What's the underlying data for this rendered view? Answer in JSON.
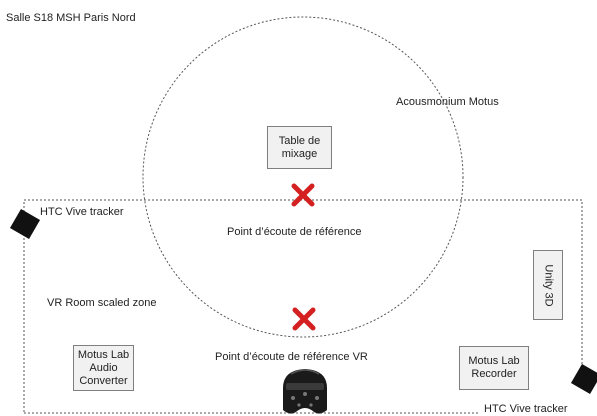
{
  "room": {
    "title": "Salle S18 MSH Paris Nord"
  },
  "acousmonium": {
    "label": "Acousmonium Motus"
  },
  "mixing_table": {
    "label": "Table de\nmixage"
  },
  "reference_point": {
    "label": "Point d’écoute de référence"
  },
  "reference_point_vr": {
    "label": "Point d’écoute de référence VR"
  },
  "vr_zone": {
    "label": "VR Room scaled zone"
  },
  "audio_converter": {
    "label": "Motus Lab\nAudio\nConverter"
  },
  "recorder": {
    "label": "Motus Lab\nRecorder"
  },
  "unity": {
    "label": "Unity 3D"
  },
  "trackers": {
    "left_label": "HTC Vive tracker",
    "right_label": "HTC Vive tracker"
  },
  "colors": {
    "marker": "#d42020",
    "box_border": "#7f7f7f",
    "box_fill": "#f1f1f1",
    "line": "#555555",
    "tracker": "#111111"
  },
  "icons": {
    "marker": "x-marker-icon",
    "headset": "vr-headset-icon",
    "tracker": "tracker-icon"
  }
}
